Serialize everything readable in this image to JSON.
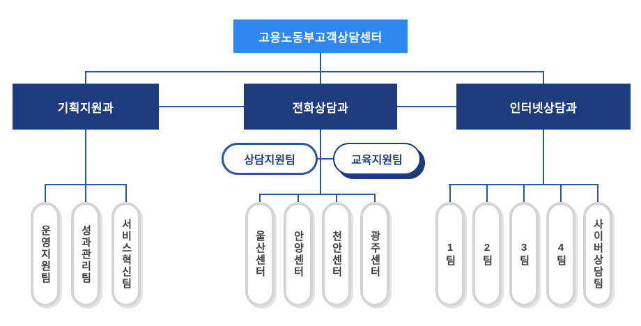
{
  "org": {
    "root": "고용노동부고객상담센터",
    "departments": [
      {
        "name": "기획지원과",
        "teams": [
          "운영지원팀",
          "성과관리팀",
          "서비스혁신팀"
        ]
      },
      {
        "name": "전화상담과",
        "support_teams": [
          "상담지원팀",
          "교육지원팀"
        ],
        "teams": [
          "울산센터",
          "안양센터",
          "천안센터",
          "광주센터"
        ]
      },
      {
        "name": "인터넷상담과",
        "teams": [
          "1팀",
          "2팀",
          "3팀",
          "4팀",
          "사이버상담팀"
        ]
      }
    ]
  },
  "colors": {
    "root_bg": "#2f88f2",
    "dept_bg": "#1e3b7d",
    "line": "#2a54a6",
    "pill_border": "#d4d4d4",
    "pill_shadow": "#e3e3e3",
    "pill_text": "#3c3c3c"
  }
}
